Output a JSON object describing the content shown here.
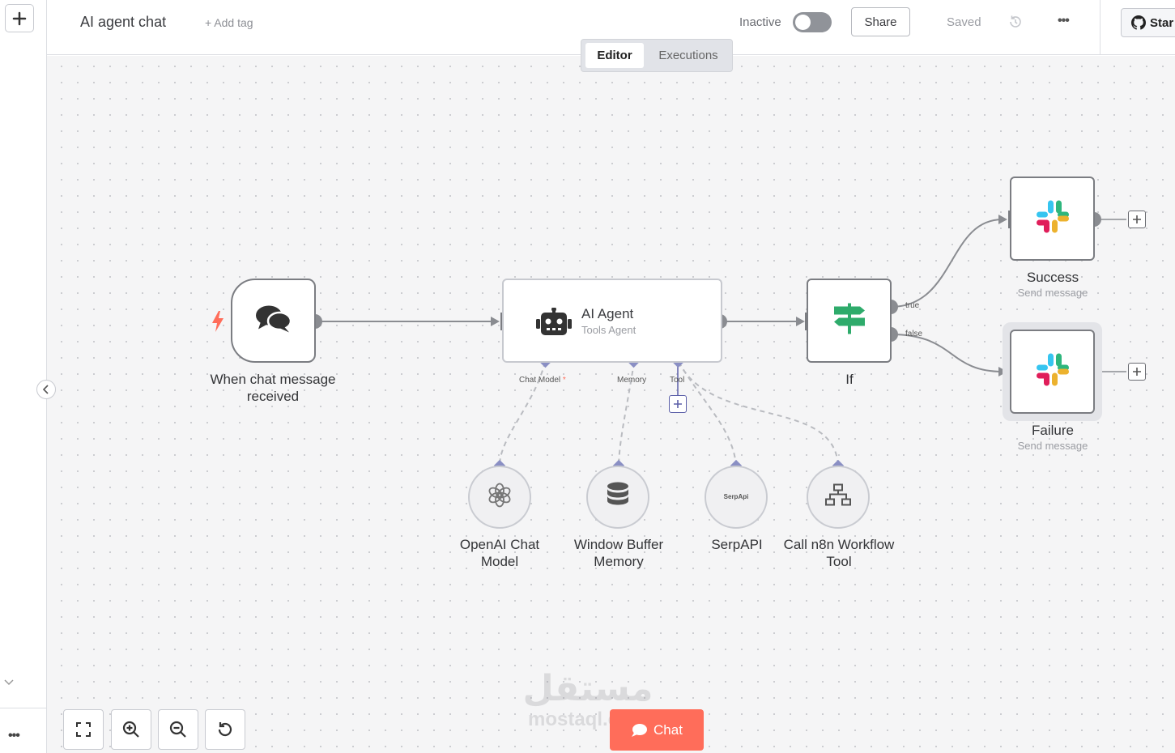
{
  "header": {
    "workflow_name": "AI agent chat",
    "add_tag": "+ Add tag",
    "status_label": "Inactive",
    "share_label": "Share",
    "saved_label": "Saved",
    "star_label": "Star"
  },
  "tabs": [
    {
      "label": "Editor",
      "active": true
    },
    {
      "label": "Executions",
      "active": false
    }
  ],
  "nodes": {
    "trigger": {
      "label": "When chat message received",
      "icon": "chat-bubbles-icon"
    },
    "agent": {
      "title": "AI Agent",
      "subtitle": "Tools Agent",
      "icon": "robot-icon"
    },
    "if": {
      "label": "If",
      "icon": "signpost-icon"
    },
    "success": {
      "label": "Success",
      "sublabel": "Send message",
      "icon": "slack-icon"
    },
    "failure": {
      "label": "Failure",
      "sublabel": "Send message",
      "icon": "slack-icon"
    },
    "openai": {
      "label": "OpenAI Chat Model",
      "icon": "openai-icon"
    },
    "memory": {
      "label": "Window Buffer Memory",
      "icon": "database-icon"
    },
    "serpapi": {
      "label": "SerpAPI",
      "logo_text": "SerpApi"
    },
    "workflow_tool": {
      "label": "Call n8n Workflow Tool",
      "icon": "sitemap-icon"
    }
  },
  "handles": {
    "chat_model": "Chat Model",
    "required_mark": "*",
    "memory": "Memory",
    "tool": "Tool",
    "if_true": "true",
    "if_false": "false"
  },
  "controls": {
    "chat_button": "Chat",
    "icons": [
      "fit-view-icon",
      "zoom-in-icon",
      "zoom-out-icon",
      "reset-zoom-icon"
    ]
  },
  "watermark": {
    "arabic": "مستقل",
    "latin": "mostaql.com"
  },
  "colors": {
    "accent": "#ff6d5a",
    "node_border": "#7b7d82",
    "handle_purple": "#8a8fc4",
    "if_green": "#2eab6b"
  }
}
